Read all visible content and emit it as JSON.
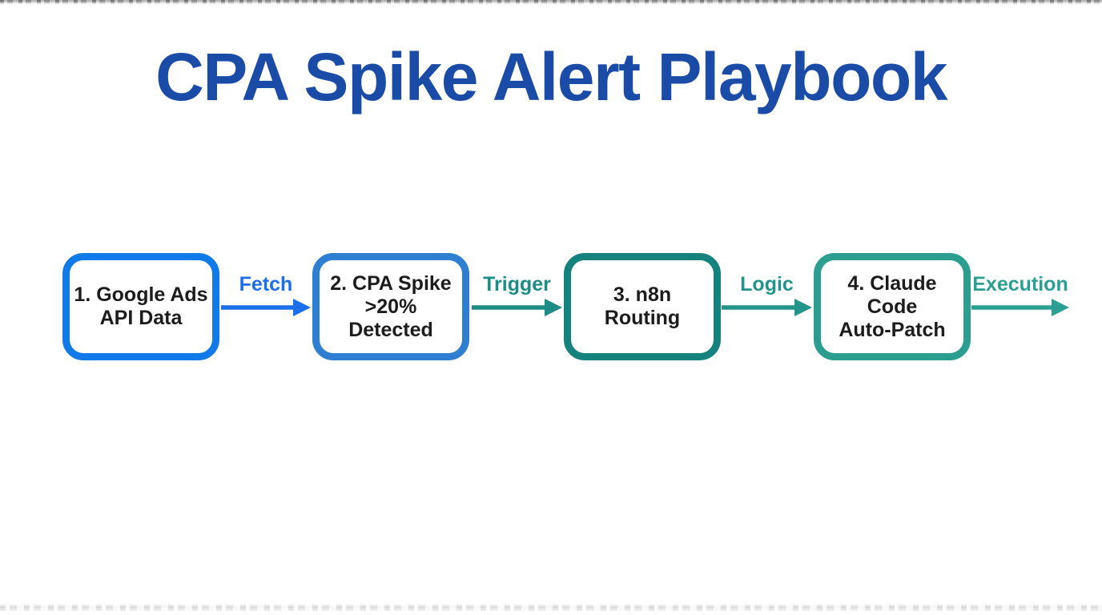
{
  "title": "CPA Spike Alert Playbook",
  "diagram": {
    "nodes": [
      {
        "id": "google-ads-api-data",
        "lines": [
          "1. Google Ads",
          "API Data"
        ],
        "border_color": "#107be8"
      },
      {
        "id": "cpa-spike-detected",
        "lines": [
          "2. CPA Spike",
          ">20%",
          "Detected"
        ],
        "border_color": "#2e7ed2"
      },
      {
        "id": "n8n-routing",
        "lines": [
          "3. n8n",
          "Routing"
        ],
        "border_color": "#16827d"
      },
      {
        "id": "claude-code-auto-patch",
        "lines": [
          "4. Claude",
          "Code",
          "Auto-Patch"
        ],
        "border_color": "#2b9e90"
      }
    ],
    "connectors": [
      {
        "label": "Fetch",
        "color": "#1b6fe8"
      },
      {
        "label": "Trigger",
        "color": "#1d8c86"
      },
      {
        "label": "Logic",
        "color": "#23948a"
      },
      {
        "label": "Execution",
        "color": "#2b9f94"
      }
    ]
  },
  "colors": {
    "title": "#1a4ba6",
    "background": "#ffffff",
    "node_text": "#1c1c1c"
  }
}
